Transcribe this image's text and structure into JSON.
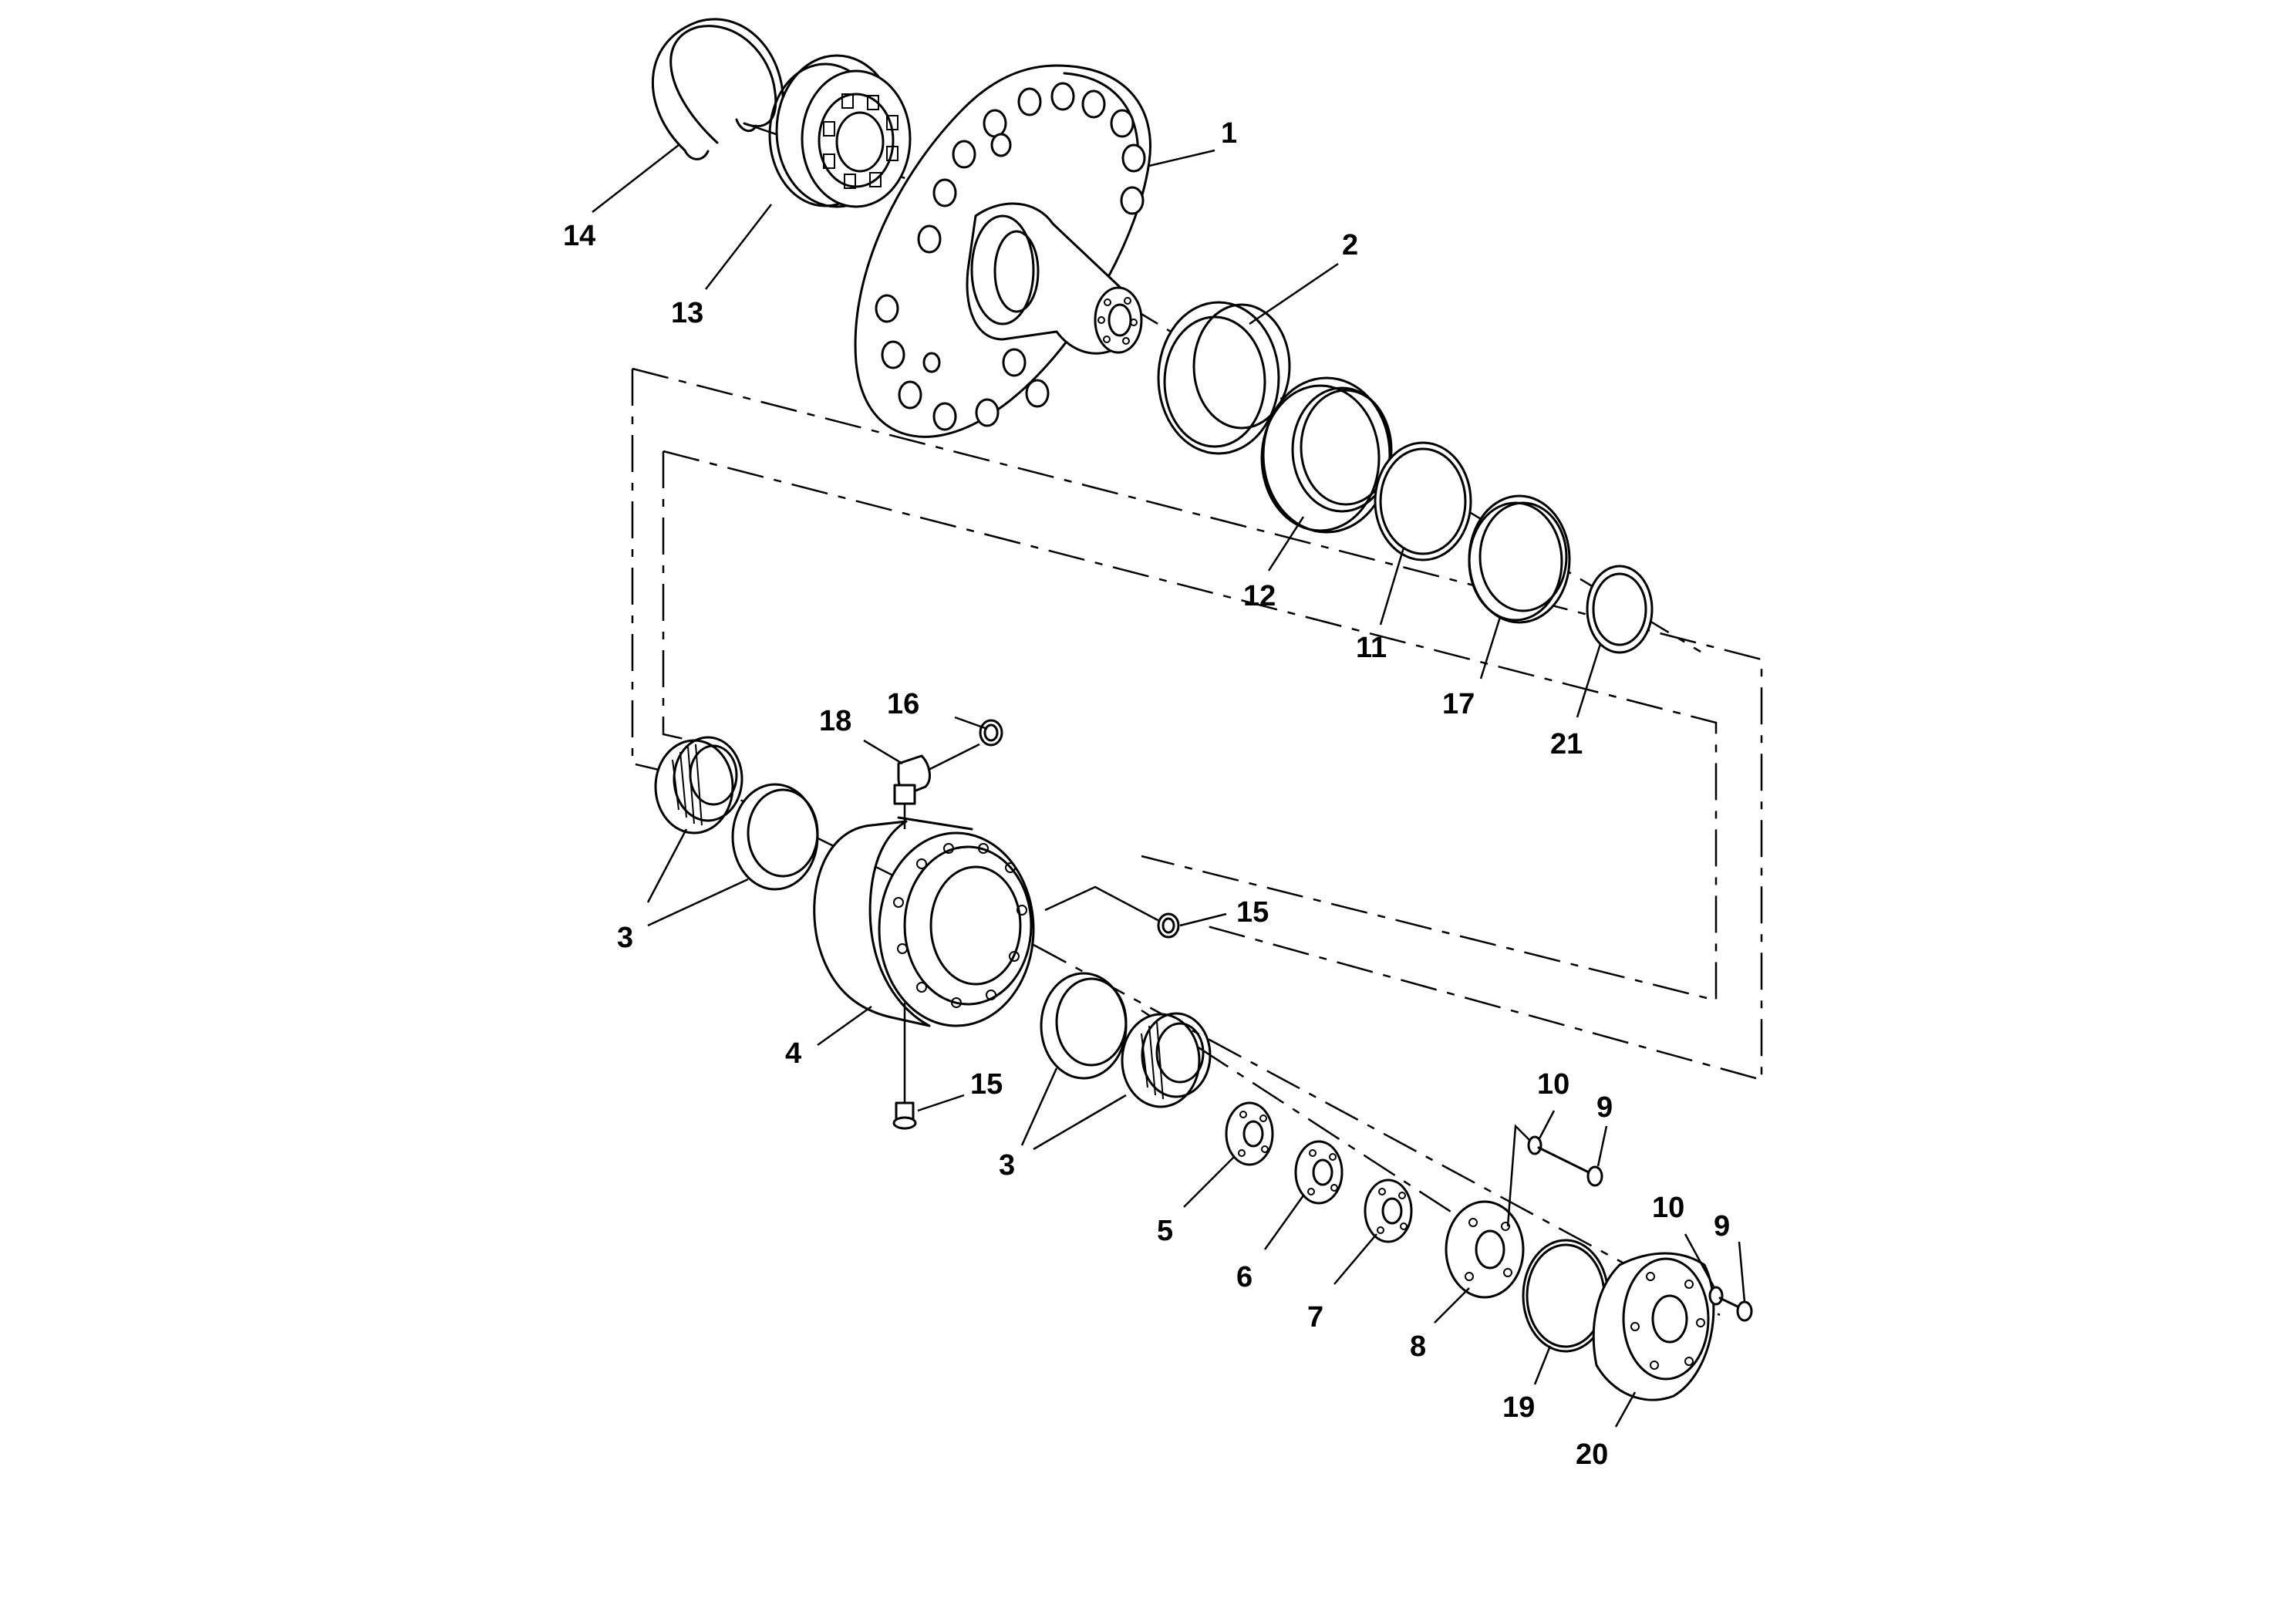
{
  "callouts": [
    {
      "id": "c1",
      "text": "1"
    },
    {
      "id": "c2",
      "text": "2"
    },
    {
      "id": "c12",
      "text": "12"
    },
    {
      "id": "c11",
      "text": "11"
    },
    {
      "id": "c17",
      "text": "17"
    },
    {
      "id": "c21",
      "text": "21"
    },
    {
      "id": "c14",
      "text": "14"
    },
    {
      "id": "c13",
      "text": "13"
    },
    {
      "id": "c16",
      "text": "16"
    },
    {
      "id": "c18",
      "text": "18"
    },
    {
      "id": "c3a",
      "text": "3"
    },
    {
      "id": "c15a",
      "text": "15"
    },
    {
      "id": "c4",
      "text": "4"
    },
    {
      "id": "c15b",
      "text": "15"
    },
    {
      "id": "c3b",
      "text": "3"
    },
    {
      "id": "c10a",
      "text": "10"
    },
    {
      "id": "c9a",
      "text": "9"
    },
    {
      "id": "c10b",
      "text": "10"
    },
    {
      "id": "c9b",
      "text": "9"
    },
    {
      "id": "c5",
      "text": "5"
    },
    {
      "id": "c6",
      "text": "6"
    },
    {
      "id": "c7",
      "text": "7"
    },
    {
      "id": "c8",
      "text": "8"
    },
    {
      "id": "c19",
      "text": "19"
    },
    {
      "id": "c20",
      "text": "20"
    }
  ]
}
